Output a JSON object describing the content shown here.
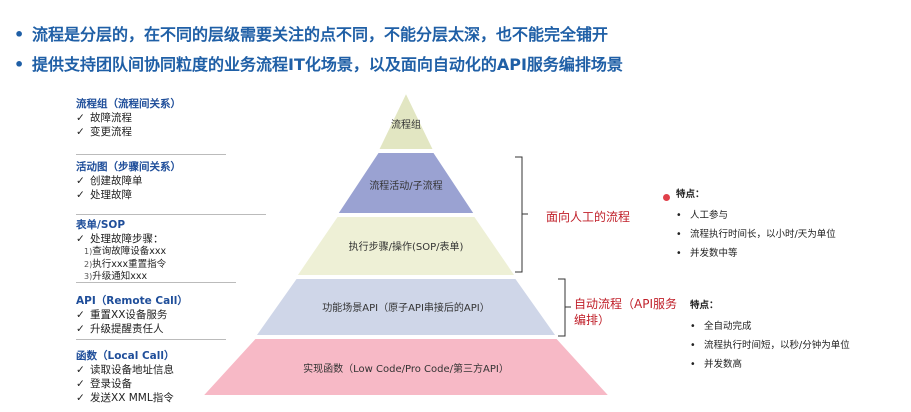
{
  "bullets": [
    "流程是分层的，在不同的层级需要关注的点不同，不能分层太深，也不能完全铺开",
    "提供支持团队间协同粒度的业务流程IT化场景，以及面向自动化的API服务编排场景"
  ],
  "left_groups": [
    {
      "title": "流程组（流程间关系）",
      "items": [
        "故障流程",
        "变更流程"
      ],
      "subs": []
    },
    {
      "title": "活动图（步骤间关系）",
      "items": [
        "创建故障单",
        "处理故障"
      ],
      "subs": []
    },
    {
      "title": "表单/SOP",
      "items": [
        "处理故障步骤："
      ],
      "subs": [
        {
          "num": "1",
          "text": "查询故障设备xxx"
        },
        {
          "num": "2",
          "text": "执行xxx重置指令"
        },
        {
          "num": "3",
          "text": "升级通知xxx"
        }
      ]
    },
    {
      "title": "API（Remote Call）",
      "items": [
        "重置XX设备服务",
        "升级提醒责任人"
      ],
      "subs": []
    },
    {
      "title": "函数（Local Call）",
      "items": [
        "读取设备地址信息",
        "登录设备",
        "发送XX MML指令"
      ],
      "subs": []
    }
  ],
  "layers": [
    {
      "label": "流程组",
      "color": "#e2e6c2"
    },
    {
      "label": "流程活动/子流程",
      "color": "#9aa2d2"
    },
    {
      "label": "执行步骤/操作(SOP/表单)",
      "color": "#eef0d6"
    },
    {
      "label": "功能场景API（原子API串接后的API）",
      "color": "#cfd6e8"
    },
    {
      "label": "实现函数（Low Code/Pro Code/第三方API）",
      "color": "#f7b9c6"
    }
  ],
  "brackets": {
    "manual": "面向人工的流程",
    "auto_line1": "自动流程（API服务",
    "auto_line2": "编排）"
  },
  "features_manual": {
    "title": "特点：",
    "items": [
      "人工参与",
      "流程执行时间长，以小时/天为单位",
      "并发数中等"
    ]
  },
  "features_auto": {
    "title": "特点：",
    "items": [
      "全自动完成",
      "流程执行时间短，以秒/分钟为单位",
      "并发数高"
    ]
  },
  "colors": {
    "accent": "#1f5fa6",
    "bracket": "#c0202a"
  }
}
